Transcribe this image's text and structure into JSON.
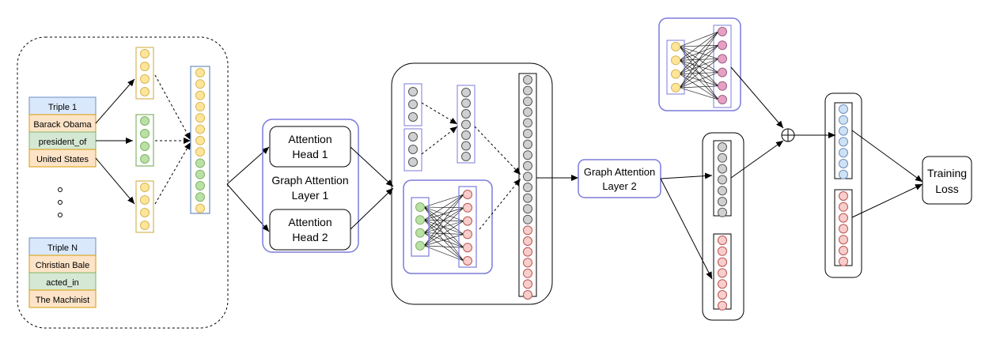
{
  "input": {
    "triple1": {
      "label": "Triple 1",
      "head": "Barack Obama",
      "relation": "president_of",
      "tail": "United States"
    },
    "tripleN": {
      "label": "Triple N",
      "head": "Christian Bale",
      "relation": "acted_in",
      "tail": "The Machinist"
    },
    "ellipsis_count": 3
  },
  "gat1": {
    "head1_line1": "Attention",
    "head1_line2": "Head 1",
    "layer_line1": "Graph Attention",
    "layer_line2": "Layer 1",
    "head2_line1": "Attention",
    "head2_line2": "Head 2"
  },
  "gat2": {
    "line1": "Graph Attention",
    "line2": "Layer 2"
  },
  "loss": {
    "line1": "Training",
    "line2": "Loss"
  },
  "colors": {
    "yellow_fill": "#ffe599",
    "yellow_stroke": "#d6b656",
    "green_fill": "#b9e0a5",
    "green_stroke": "#82b366",
    "gray_fill": "#d0d0d0",
    "gray_stroke": "#555555",
    "red_fill": "#f8cecc",
    "red_stroke": "#b85450",
    "pink_fill": "#e6a0c4",
    "pink_stroke": "#996185",
    "blue_fill": "#cfe2f3",
    "blue_stroke": "#6c8ebf",
    "header_fill": "#dae8fc",
    "head_fill": "#fde4c8",
    "rel_fill": "#d5e8d4",
    "purple_border": "#7b7bdb"
  }
}
